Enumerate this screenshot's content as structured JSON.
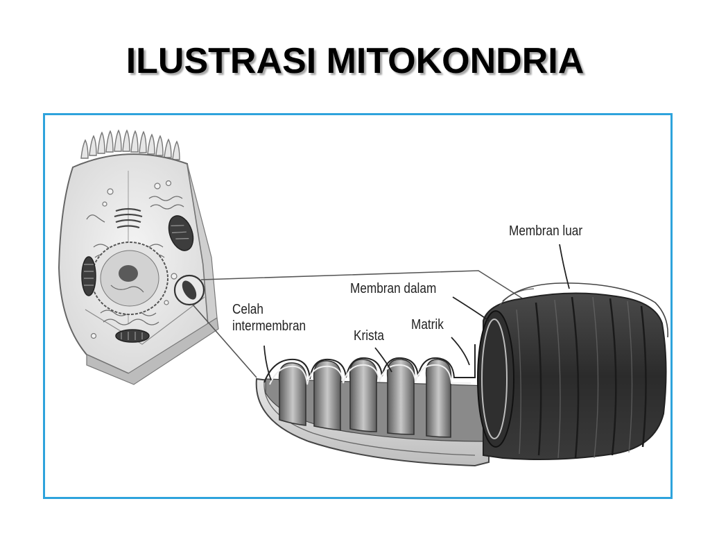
{
  "slide": {
    "title": "ILUSTRASI MITOKONDRIA"
  },
  "labels": {
    "outer_membrane": "Membran luar",
    "inner_membrane": "Membran dalam",
    "intermembrane_space_line1": "Celah",
    "intermembrane_space_line2": "intermembran",
    "cristae": "Krista",
    "matrix": "Matrik"
  },
  "colors": {
    "frame_border": "#2ea3dc",
    "title": "#000000"
  }
}
